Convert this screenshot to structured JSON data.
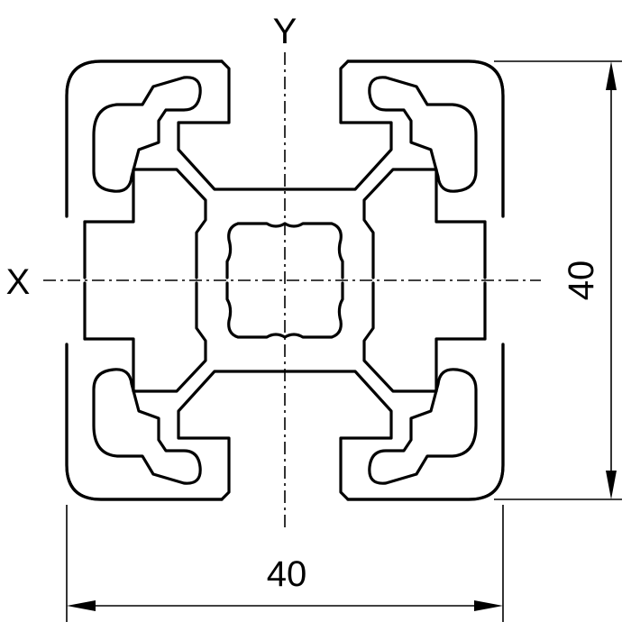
{
  "drawing": {
    "axis_labels": {
      "x": "X",
      "y": "Y"
    },
    "dimensions": {
      "width": "40",
      "height": "40"
    }
  }
}
